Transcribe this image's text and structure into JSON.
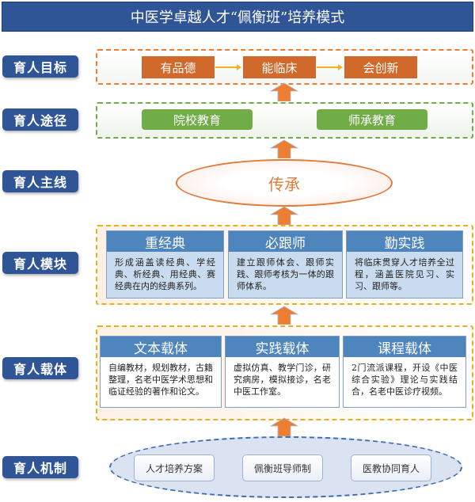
{
  "title": "中医学卓越人才“佩衡班”培养模式",
  "rows": {
    "goal": {
      "label": "育人目标",
      "items": [
        "有品德",
        "能临床",
        "会创新"
      ]
    },
    "path": {
      "label": "育人途径",
      "items": [
        "院校教育",
        "师承教育"
      ]
    },
    "mainline": {
      "label": "育人主线",
      "text": "传承"
    },
    "module": {
      "label": "育人模块",
      "cards": [
        {
          "title": "重经典",
          "body": "形成涵盖读经典、学经典、析经典、用经典、赛经典在内的经典系列。"
        },
        {
          "title": "必跟师",
          "body": "建立跟师体会、跟师实践、跟师考核为一体的跟师体系。"
        },
        {
          "title": "勤实践",
          "body": "将临床贯穿人才培养全过程，涵盖医院见习、实习、跟师等。"
        }
      ]
    },
    "carrier": {
      "label": "育人载体",
      "cards": [
        {
          "title": "文本载体",
          "body": "自编教材，规划教材，古籍整理，名老中医学术思想和临证经验的著作和论文。"
        },
        {
          "title": "实践载体",
          "body": "虚拟仿真、教学门诊，研究病房，模拟接诊，名老中医工作室。"
        },
        {
          "title": "课程载体",
          "body": "2门流派课程，开设《中医综合实验》理论与实践结合，名老中医诊疗视频。"
        }
      ]
    },
    "mechanism": {
      "label": "育人机制",
      "items": [
        "人才培养方案",
        "佩衡班导师制",
        "医教协同育人"
      ]
    }
  },
  "colors": {
    "label_bg": "#2f5597",
    "goal_fill": "#d0692a",
    "path_fill": "#70ad47",
    "arrow": "#ed7d31",
    "card_head": "#4f85bd"
  }
}
